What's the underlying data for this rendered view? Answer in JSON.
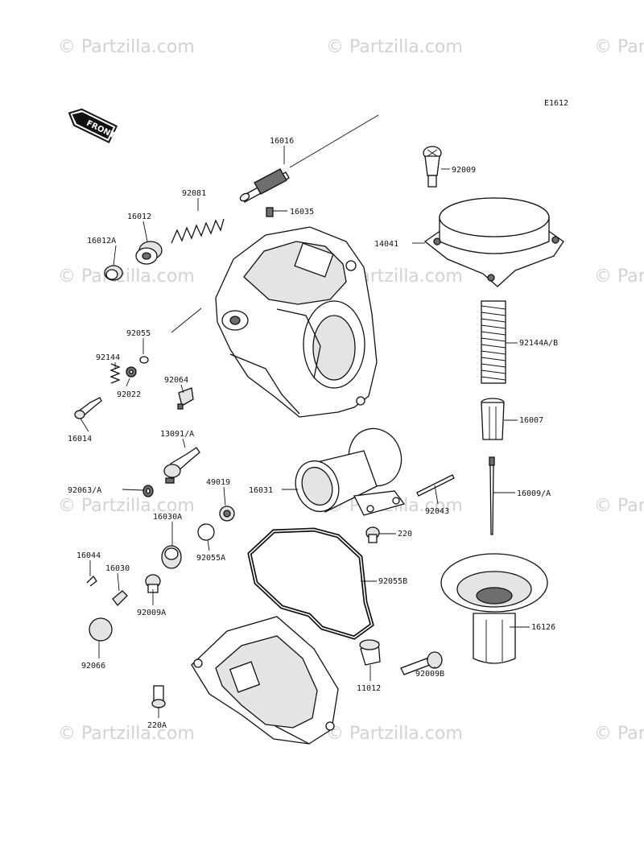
{
  "diagram": {
    "code": "E1612",
    "direction_badge": "FRONT",
    "watermarks": [
      "© Partzilla.com",
      "© Partzilla.com",
      "© Partzilla.com",
      "© Partzilla.com",
      "© Partzilla.com",
      "© Partzilla.com",
      "© Partzilla.com",
      "© Partzilla.com",
      "© Partzilla.com",
      "© Partzilla.com",
      "© Partzilla.com",
      "© Partzilla.com"
    ],
    "labels": [
      "16016",
      "92081",
      "16012",
      "16012A",
      "16035",
      "92009",
      "14041",
      "92055",
      "92144",
      "92022",
      "16014",
      "92064",
      "13091/A",
      "92144A/B",
      "16007",
      "92063/A",
      "49019",
      "16031",
      "92043",
      "16009/A",
      "16030A",
      "220",
      "92055A",
      "16044",
      "16030",
      "92009A",
      "92055B",
      "16126",
      "92066",
      "11012",
      "92009B",
      "220A"
    ]
  }
}
